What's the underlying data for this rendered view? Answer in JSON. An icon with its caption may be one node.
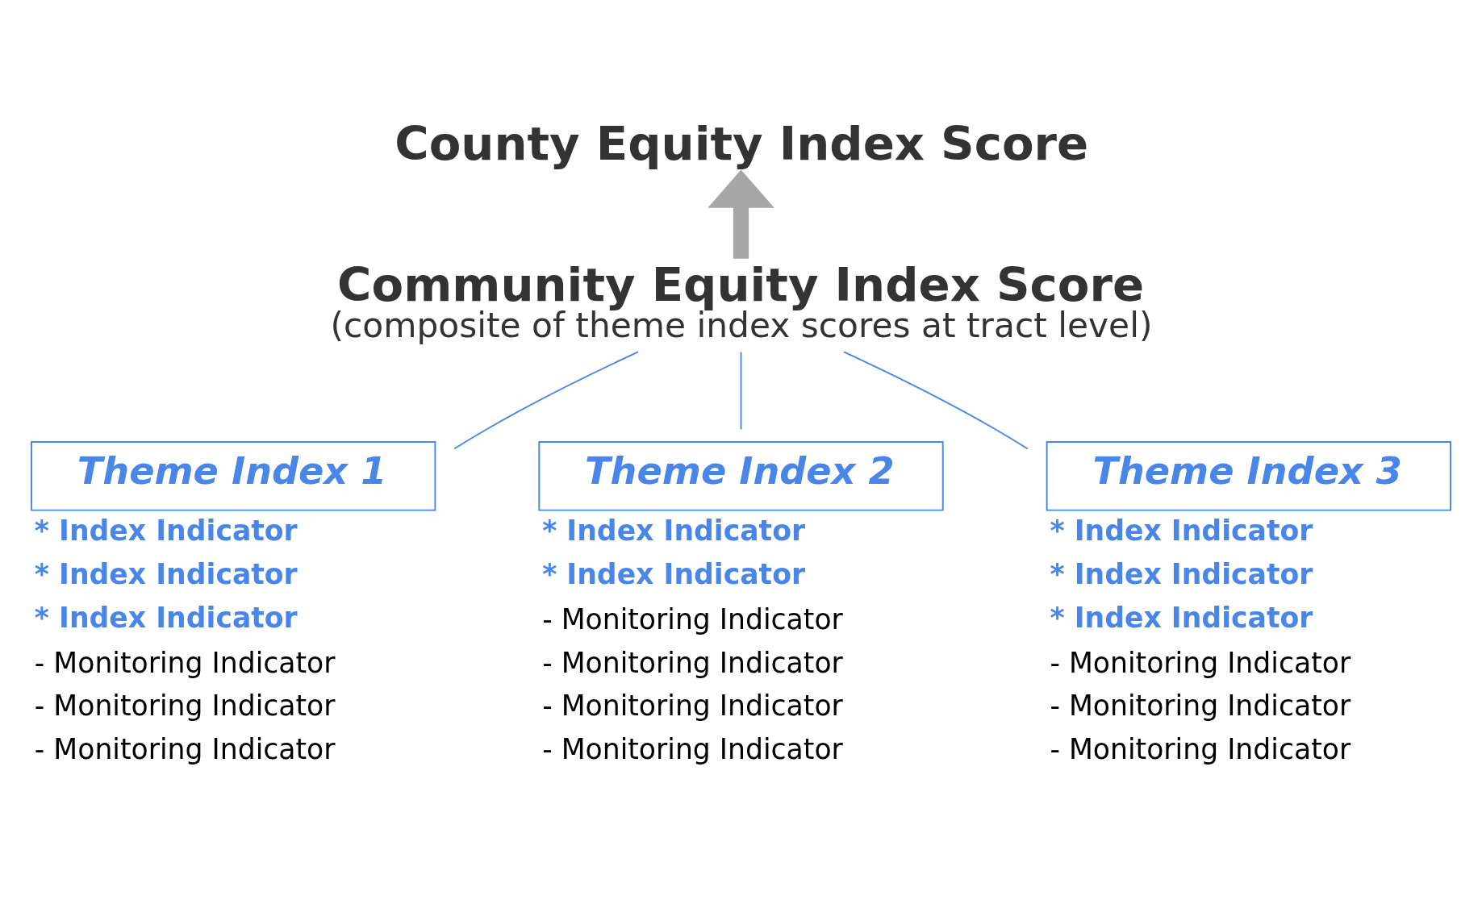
{
  "diagram": {
    "nodes": [
      {
        "text": [
          "County Equity Index Score"
        ]
      },
      {
        "text": [
          "Community Equity Index Score",
          "(composite of theme index scores at tract level)"
        ]
      },
      {
        "text": [
          "Theme Index 1"
        ],
        "beside": [
          "* Index Indicator",
          "* Index Indicator",
          "* Index Indicator",
          "- Monitoring Indicator",
          "- Monitoring Indicator",
          "- Monitoring Indicator"
        ]
      },
      {
        "text": [
          "Theme Index 2"
        ],
        "beside": [
          "* Index Indicator",
          "* Index Indicator",
          "- Monitoring Indicator",
          "- Monitoring Indicator",
          "- Monitoring Indicator",
          "- Monitoring Indicator"
        ]
      },
      {
        "text": [
          "Theme Index 3"
        ],
        "beside": [
          "* Index Indicator",
          "* Index Indicator",
          "* Index Indicator",
          "- Monitoring Indicator",
          "- Monitoring Indicator",
          "- Monitoring Indicator"
        ]
      }
    ],
    "edges": [
      {
        "from": 1,
        "to": 0,
        "arrow": "to",
        "style": "thick",
        "color": "#a6a6a6"
      },
      {
        "from": 2,
        "to": 1,
        "arrow": "none"
      },
      {
        "from": 3,
        "to": 1,
        "arrow": "none"
      },
      {
        "from": 4,
        "to": 1,
        "arrow": "none"
      }
    ]
  }
}
